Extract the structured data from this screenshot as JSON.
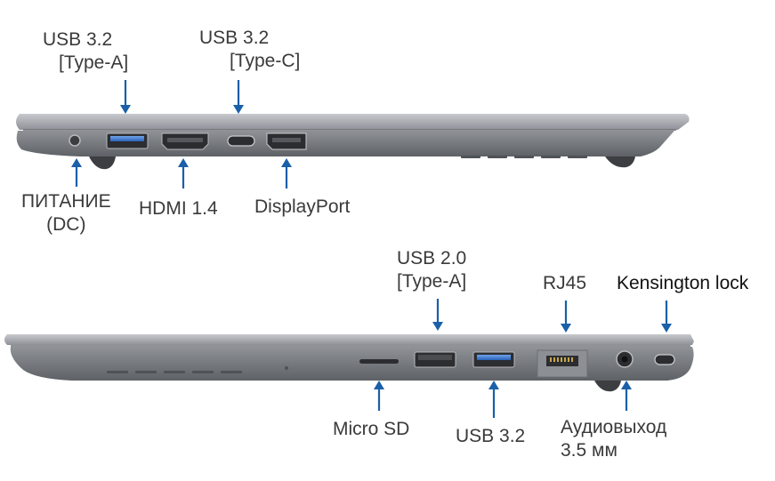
{
  "top_view": {
    "labels": {
      "usb32a": [
        "USB 3.2",
        "[Type-A]"
      ],
      "usb32c": [
        "USB 3.2",
        "[Type-C]"
      ],
      "power": [
        "ПИТАНИЕ",
        "(DC)"
      ],
      "hdmi": [
        "HDMI 1.4"
      ],
      "displayport": [
        "DisplayPort"
      ]
    }
  },
  "bottom_view": {
    "labels": {
      "usb20a": [
        "USB 2.0",
        "[Type-A]"
      ],
      "rj45": [
        "RJ45"
      ],
      "kensington": [
        "Kensington lock"
      ],
      "microsd": [
        "Micro SD"
      ],
      "usb32": [
        "USB 3.2"
      ],
      "audio": [
        "Аудиовыход",
        "3.5 мм"
      ]
    }
  },
  "colors": {
    "arrow": "#1a5fa8",
    "body_light": "#9a9da3",
    "body_dark": "#5f6368",
    "port_blue": "#3a7bd5"
  }
}
